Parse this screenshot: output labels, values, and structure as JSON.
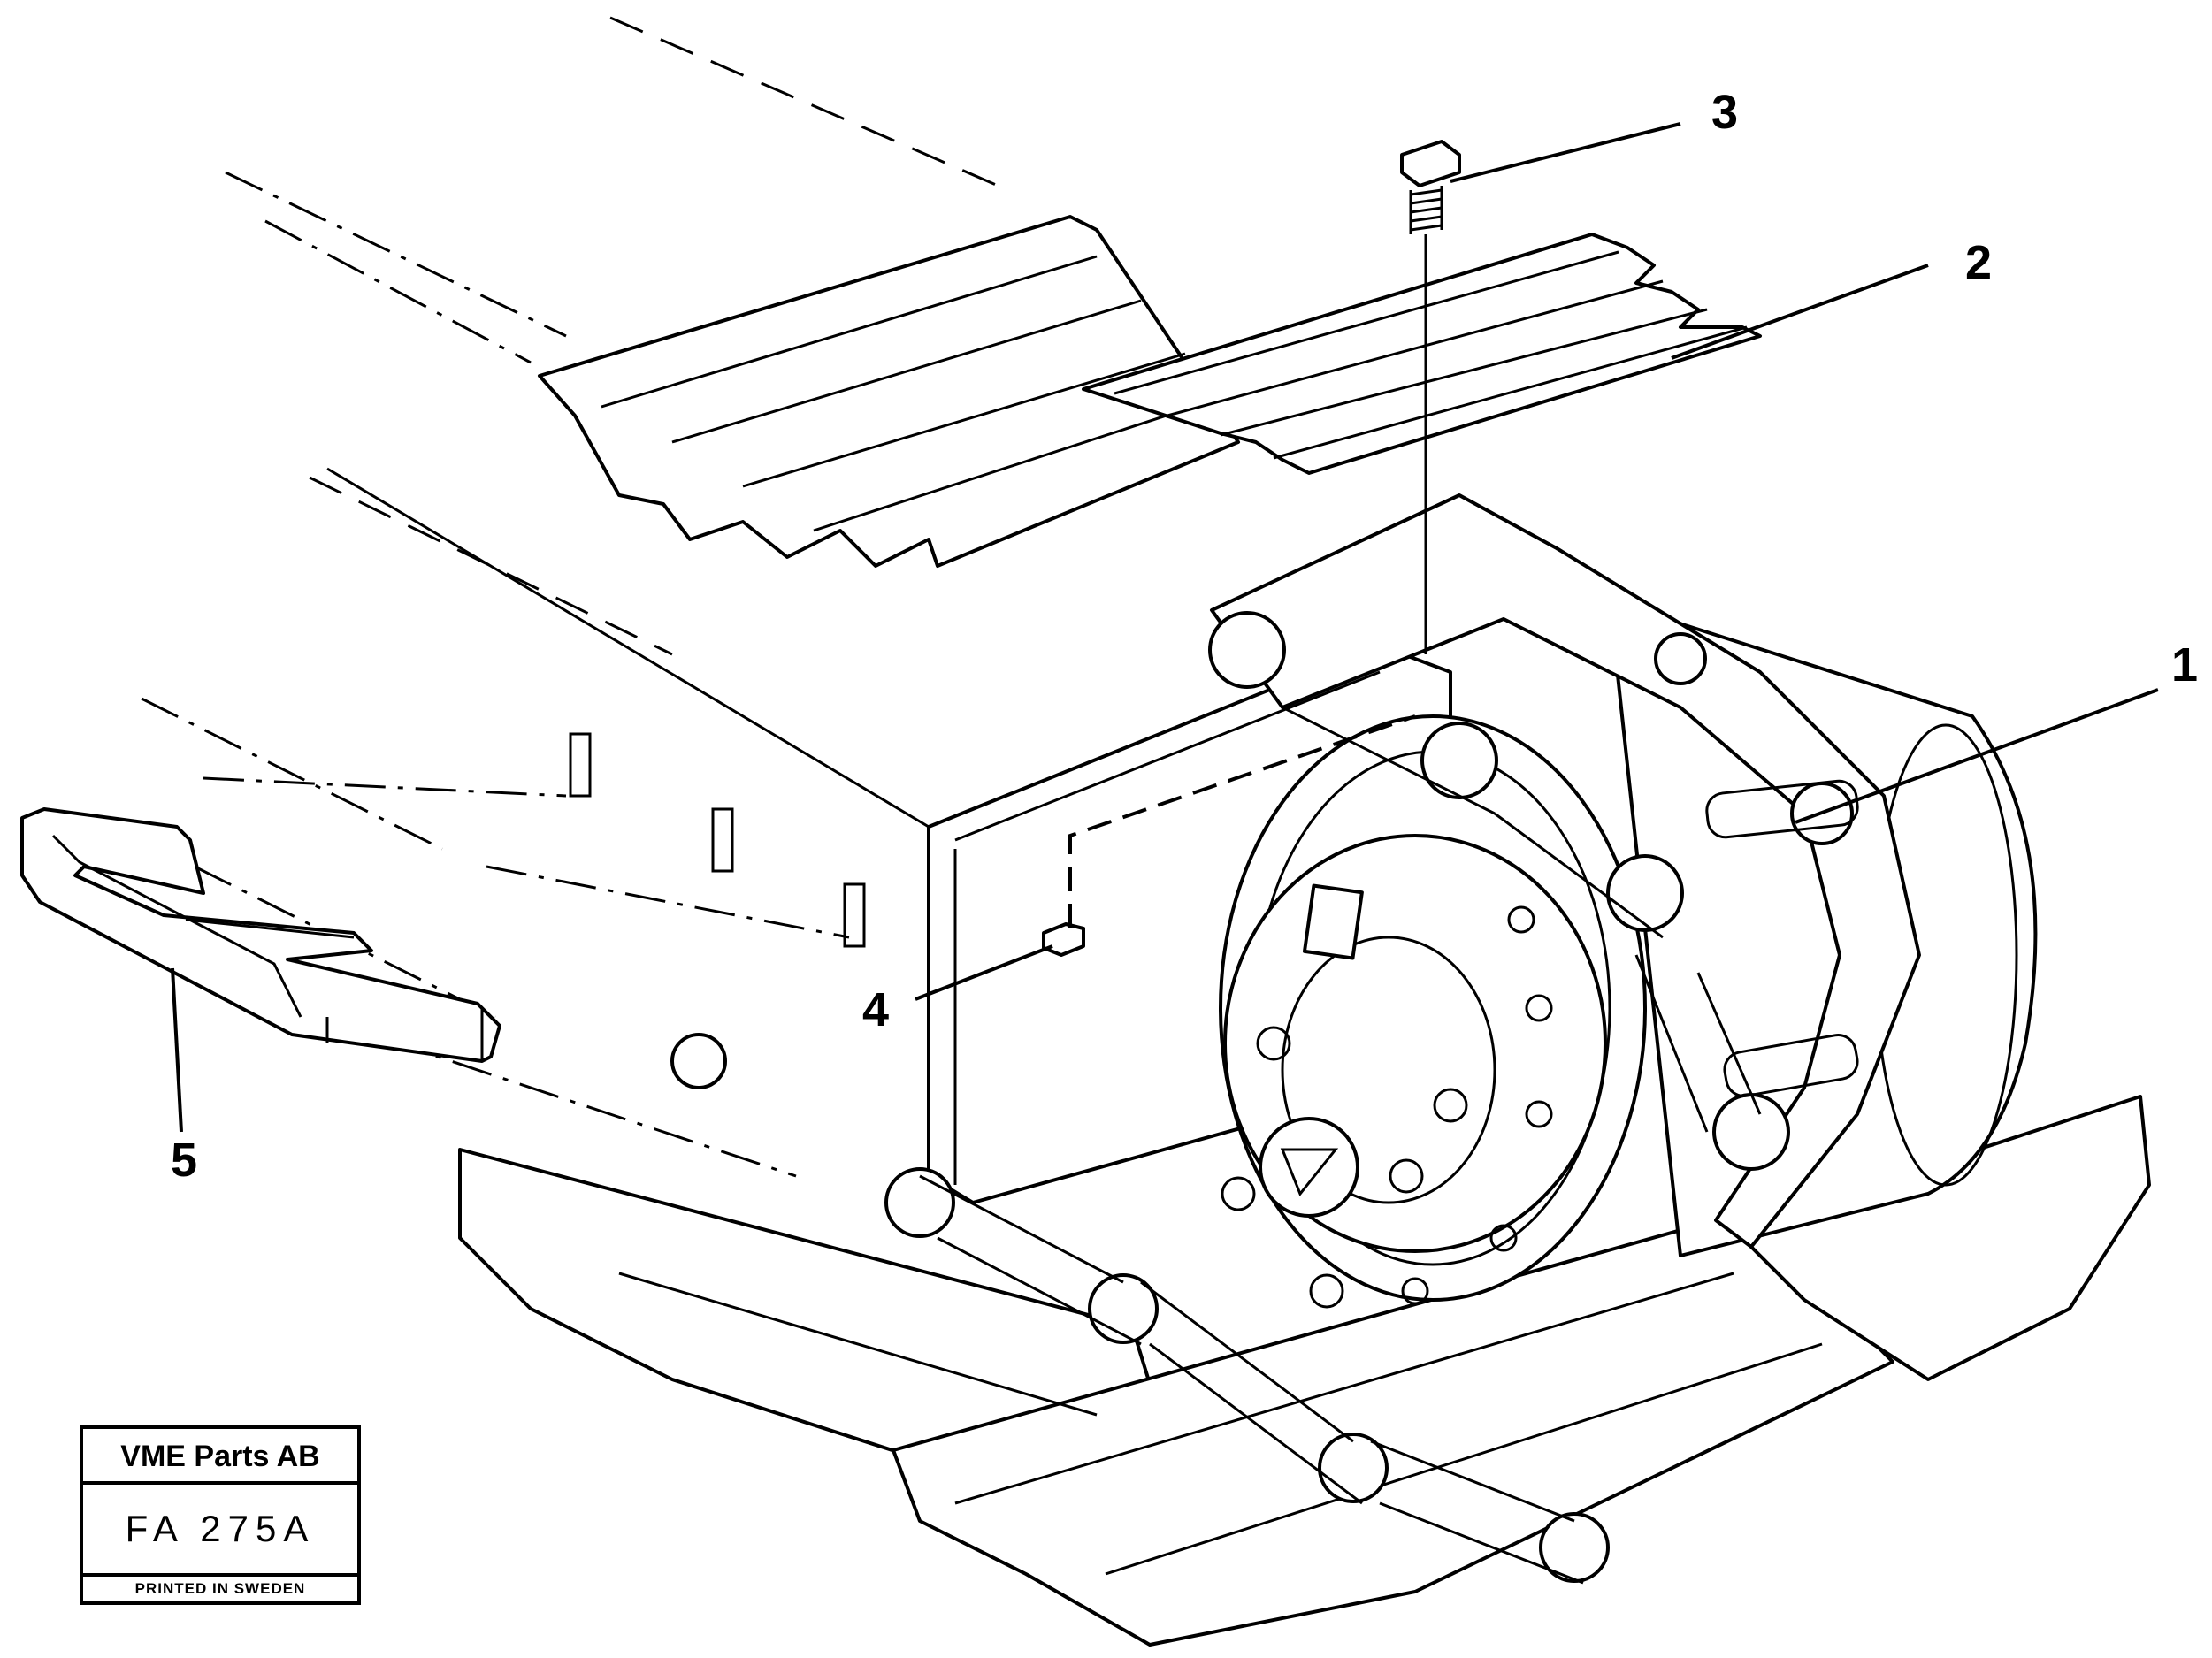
{
  "callouts": [
    {
      "label": "1"
    },
    {
      "label": "2"
    },
    {
      "label": "3"
    },
    {
      "label": "4"
    },
    {
      "label": "5"
    }
  ],
  "stamp": {
    "company": "VME Parts AB",
    "code": "FA 275A",
    "printed": "PRINTED IN SWEDEN"
  }
}
